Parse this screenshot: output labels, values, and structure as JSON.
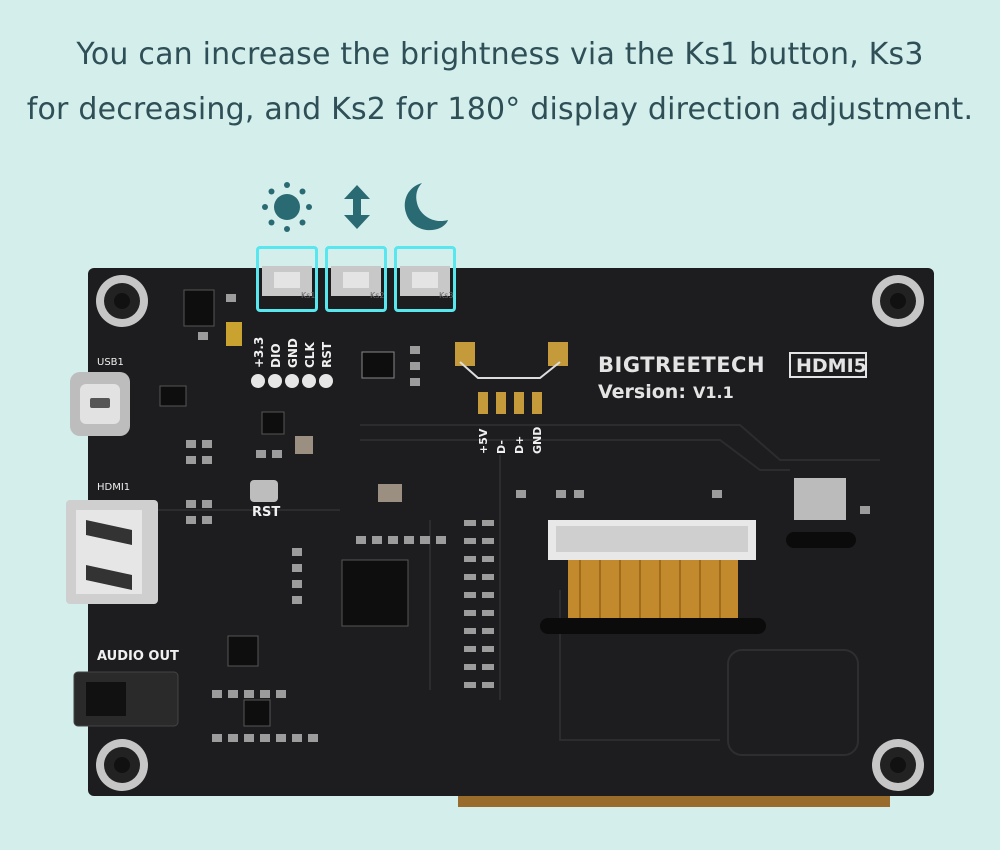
{
  "caption": {
    "line1": "You can increase the brightness via the Ks1 button, Ks3",
    "line2": "for decreasing, and  Ks2 for 180° display direction adjustment."
  },
  "icons": {
    "brightness": "sun-icon",
    "rotate": "up-down-arrow-icon",
    "dim": "moon-icon"
  },
  "colors": {
    "background": "#d4eeec",
    "text": "#2f4f57",
    "icon": "#2a6a73",
    "highlight": "#58e6ef",
    "board": "#1d1d1f"
  },
  "board": {
    "brand": "BIGTREETECH",
    "model": "HDMI5",
    "version_label": "Version:",
    "version_value": "V1.1",
    "buttons": [
      "Ks1",
      "Ks2",
      "Ks3"
    ],
    "labels": {
      "usb": "USB1",
      "hdmi": "HDMI1",
      "audio": "AUDIO OUT",
      "rst": "RST",
      "header_pins": [
        "+3.3",
        "DIO",
        "GND",
        "CLK",
        "RST"
      ],
      "usb_pins": [
        "+5V",
        "D-",
        "D+",
        "GND"
      ]
    }
  }
}
